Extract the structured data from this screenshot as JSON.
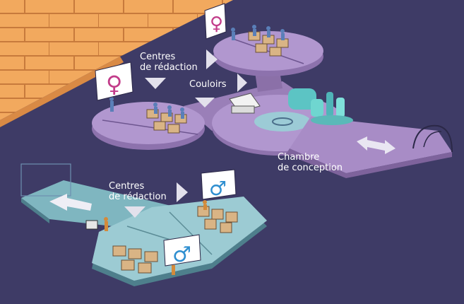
{
  "labels": {
    "writing_centers_top_line1": "Centres",
    "writing_centers_top_line2": "de rédaction",
    "corridors": "Couloirs",
    "design_chamber_line1": "Chambre",
    "design_chamber_line2": "de conception",
    "writing_centers_bottom_line1": "Centres",
    "writing_centers_bottom_line2": "de rédaction"
  },
  "icons": {
    "female_sign": "♀",
    "male_sign": "♂"
  },
  "colors": {
    "background": "#3e3b66",
    "wall": "#f0a85c",
    "purple_platform": "#a98bc4",
    "teal_platform": "#8cc7cf",
    "female_sign_color": "#c23c8a",
    "male_sign_color": "#2f8fd0"
  }
}
